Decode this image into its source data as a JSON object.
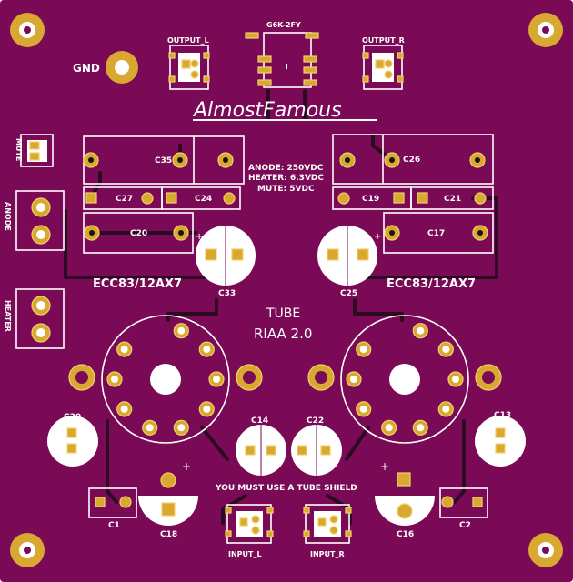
{
  "board": {
    "background": "#ffffff",
    "pcb_color": "#7a0a55",
    "silk_color": "#ffffff",
    "pad_color": "#d8a830",
    "trace_color": "#2b0b22"
  },
  "title": "AlmostFamous",
  "tube_label": "TUBE",
  "riaa_label": "RIAA 2.0",
  "gnd_label": "GND",
  "notes": {
    "anode": "ANODE: 250VDC",
    "heater": "HEATER: 6.3VDC",
    "mute": "MUTE: 5VDC"
  },
  "shield_warning": "YOU MUST USE A TUBE SHIELD",
  "tube_left_label": "ECC83/12AX7",
  "tube_right_label": "ECC83/12AX7",
  "relay_label": "G6K-2FY",
  "connectors": {
    "output_l": "OUTPUT_L",
    "output_r": "OUTPUT_R",
    "input_l": "INPUT_L",
    "input_r": "INPUT_R",
    "mute": "MUTE",
    "anode": "ANODE",
    "heater": "HEATER"
  },
  "components": {
    "c35": "C35",
    "c27": "C27",
    "c24": "C24",
    "c20": "C20",
    "c33": "C33",
    "c26": "C26",
    "c19": "C19",
    "c21": "C21",
    "c17": "C17",
    "c25": "C25",
    "c30": "C30",
    "c14": "C14",
    "c22": "C22",
    "c13": "C13",
    "c18": "C18",
    "c16": "C16",
    "c1": "C1",
    "c2": "C2"
  }
}
